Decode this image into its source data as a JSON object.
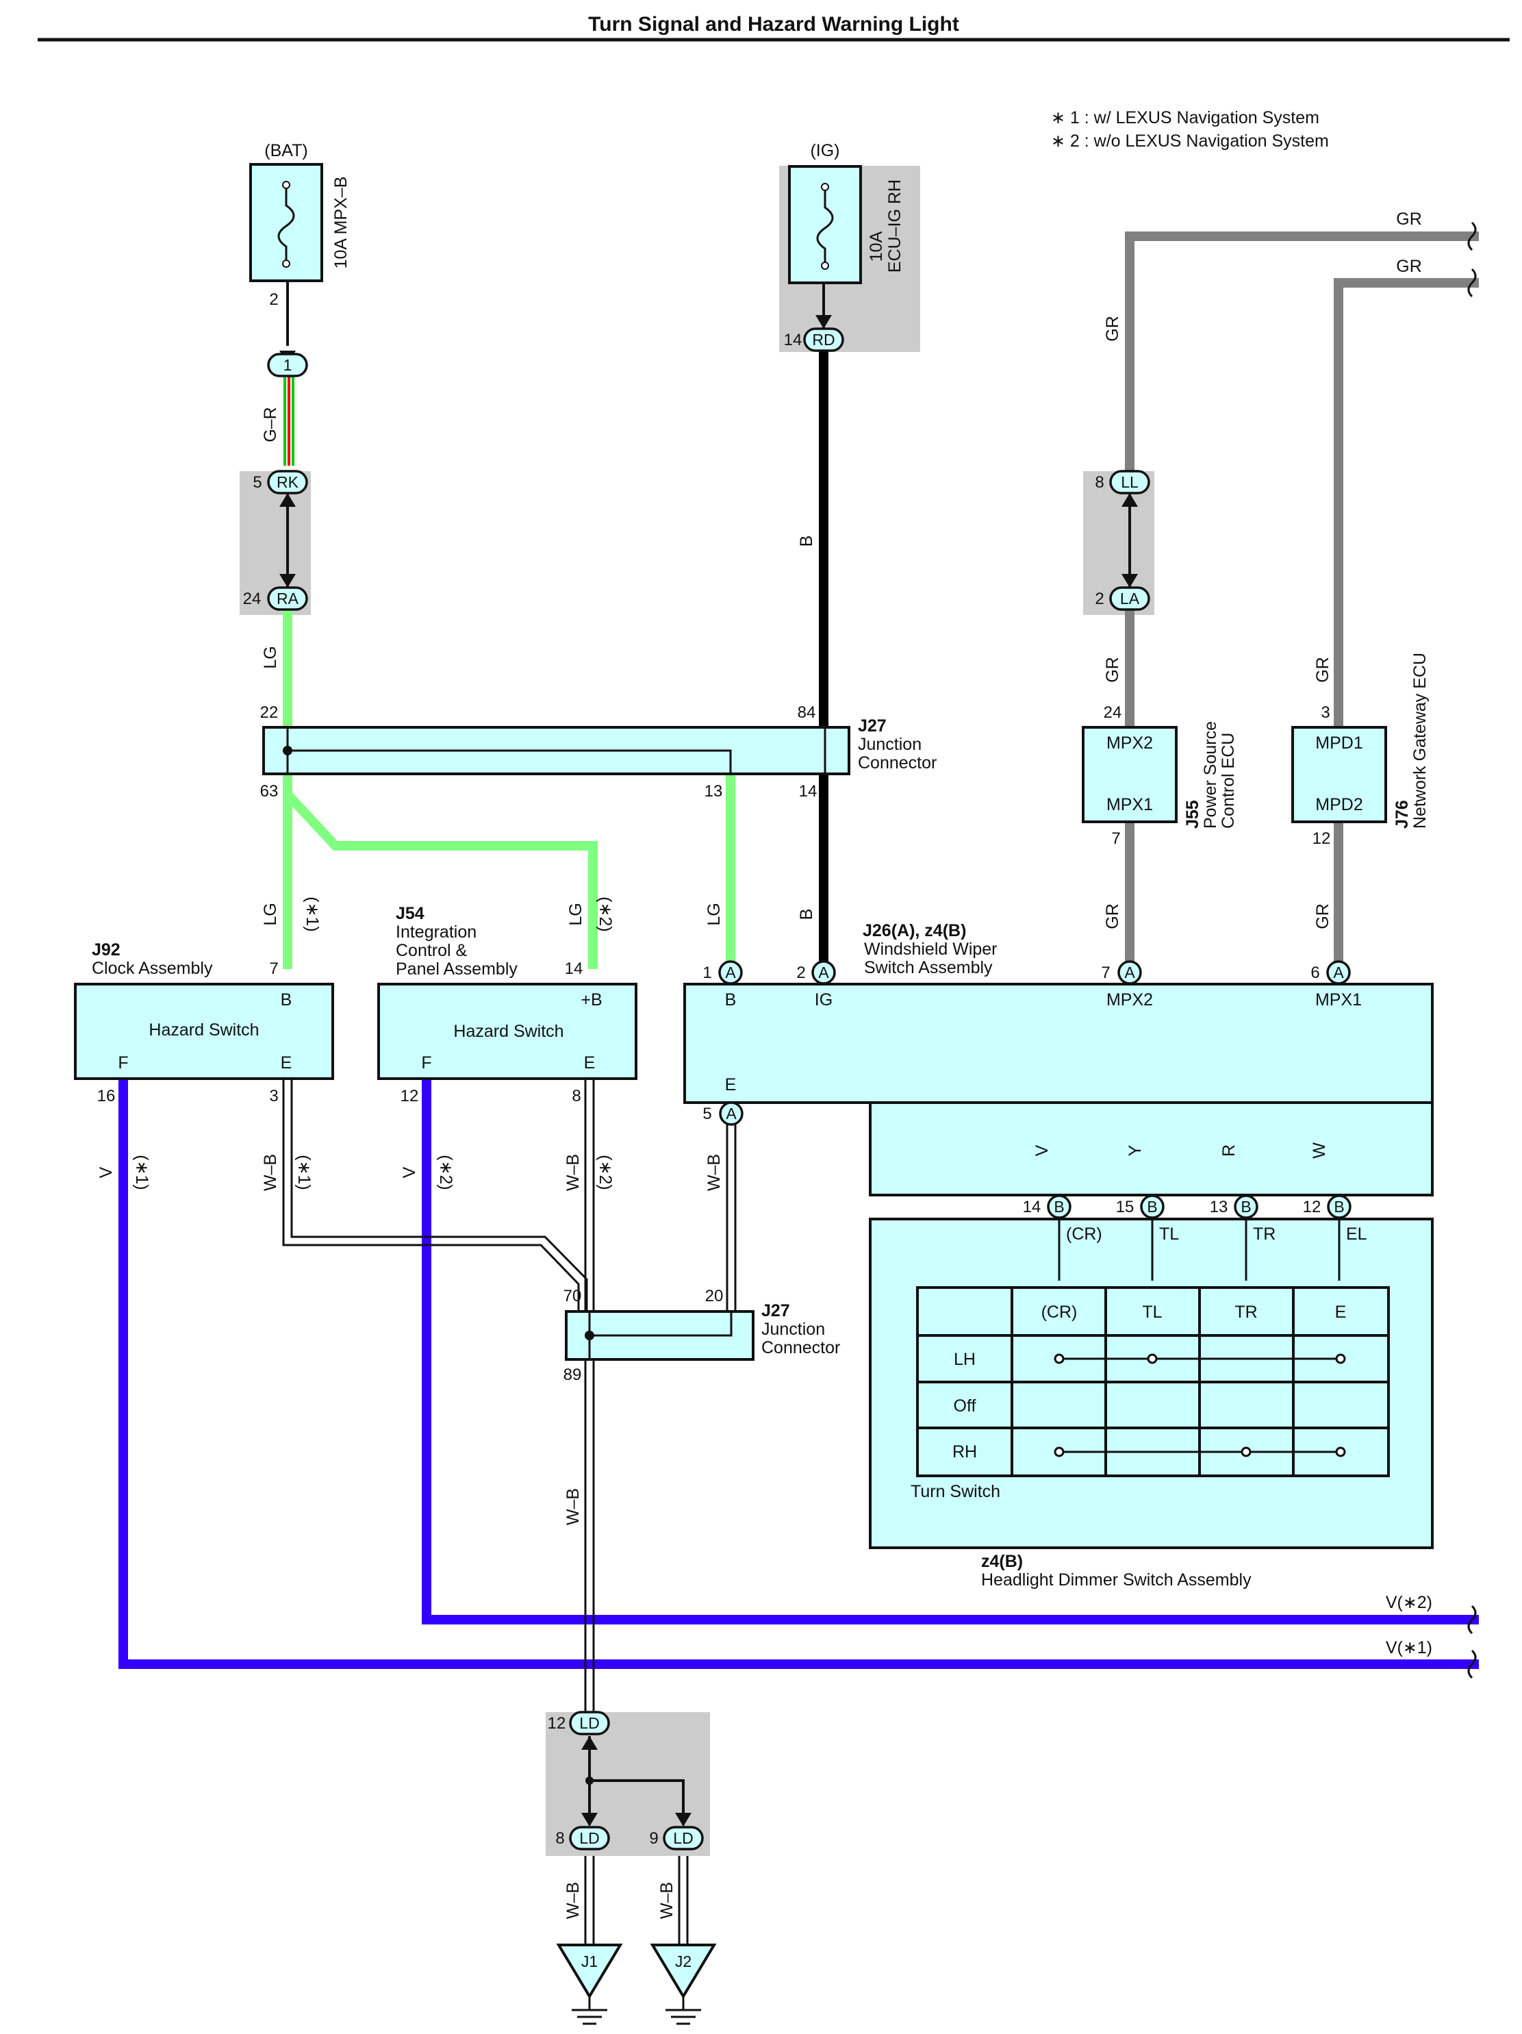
{
  "title": "Turn Signal and Hazard Warning Light",
  "notes": [
    "∗ 1 : w/ LEXUS Navigation System",
    "∗ 2 : w/o LEXUS Navigation System"
  ],
  "colors": {
    "LG": "#80ff80",
    "B": "#000000",
    "GR": "#808080",
    "V": "#3300ff",
    "Y": "#ffee00",
    "R": "#ff0000",
    "W": "#ffffff",
    "component": "#ccffff",
    "connector_block": "#cccccc"
  },
  "fuses": {
    "bat": {
      "source": "(BAT)",
      "rating": "10A MPX–B",
      "pin": "2"
    },
    "ig": {
      "source": "(IG)",
      "rating": "10A",
      "name": "ECU–IG RH",
      "pin": "14",
      "conn": "RD"
    }
  },
  "connectors": {
    "c1": "1",
    "rk": "RK",
    "rk_pin": "5",
    "ra": "RA",
    "ra_pin": "24",
    "ll": "LL",
    "ll_pin": "8",
    "la": "LA",
    "la_pin": "2",
    "ld": "LD",
    "ld12": "12",
    "ld8": "8",
    "ld9": "9",
    "a": "A",
    "b": "B"
  },
  "wires": {
    "gr_label": "G–R",
    "lg": "LG",
    "b": "B",
    "gr": "GR",
    "v": "V",
    "y": "Y",
    "r": "R",
    "w": "W",
    "wb": "W–B",
    "star1": "(∗1)",
    "star2": "(∗2)",
    "v_star1": "V(∗1)",
    "v_star2": "V(∗2)"
  },
  "j27_top": {
    "id": "J27",
    "name": [
      "Junction",
      "Connector"
    ],
    "pins": {
      "p22": "22",
      "p84": "84",
      "p63": "63",
      "p13": "13",
      "p14": "14"
    }
  },
  "j27_bottom": {
    "id": "J27",
    "name": [
      "Junction",
      "Connector"
    ],
    "pins": {
      "p70": "70",
      "p20": "20",
      "p89": "89"
    }
  },
  "j55": {
    "id": "J55",
    "name": [
      "Power Source",
      "Control ECU"
    ],
    "pin_top": "24",
    "pin_bottom": "7",
    "term_top": "MPX2",
    "term_bottom": "MPX1"
  },
  "j76": {
    "id": "J76",
    "name": "Network Gateway ECU",
    "pin_top": "3",
    "pin_bottom": "12",
    "term_top": "MPD1",
    "term_bottom": "MPD2"
  },
  "j92": {
    "id": "J92",
    "name": "Clock Assembly",
    "switch": "Hazard Switch",
    "term_b": "B",
    "term_f": "F",
    "term_e": "E",
    "pin_b": "7",
    "pin_f": "16",
    "pin_e": "3"
  },
  "j54": {
    "id": "J54",
    "name": [
      "Integration",
      "Control &",
      "Panel Assembly"
    ],
    "switch": "Hazard Switch",
    "term_b": "+B",
    "term_f": "F",
    "term_e": "E",
    "pin_b": "14",
    "pin_f": "12",
    "pin_e": "8"
  },
  "j26": {
    "id": "J26(A), z4(B)",
    "name": [
      "Windshield Wiper",
      "Switch Assembly"
    ],
    "terms": {
      "b": "B",
      "ig": "IG",
      "mpx2": "MPX2",
      "mpx1": "MPX1",
      "e": "E"
    },
    "pins": {
      "p1": "1",
      "p2": "2",
      "p7": "7",
      "p6": "6",
      "p5": "5",
      "p14": "14",
      "p15": "15",
      "p13": "13",
      "p12": "12"
    }
  },
  "turn_switch": {
    "terms": [
      "(CR)",
      "TL",
      "TR",
      "EL"
    ],
    "columns": [
      "(CR)",
      "TL",
      "TR",
      "E"
    ],
    "rows": [
      "LH",
      "Off",
      "RH"
    ],
    "label": "Turn Switch"
  },
  "z4b": {
    "id": "z4(B)",
    "name": "Headlight Dimmer Switch Assembly"
  },
  "grounds": [
    "J1",
    "J2"
  ]
}
